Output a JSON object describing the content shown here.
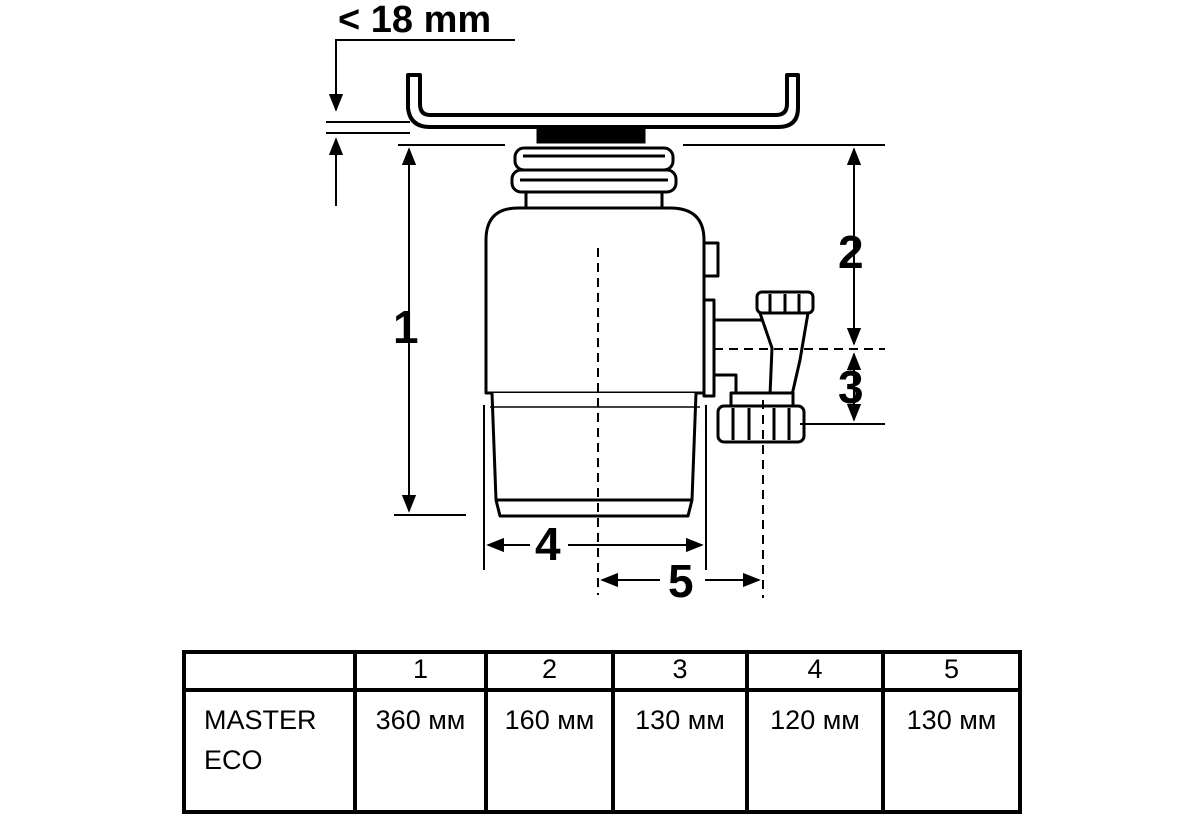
{
  "diagram": {
    "gap_label": "< 18 mm",
    "dim_labels": [
      "1",
      "2",
      "3",
      "4",
      "5"
    ]
  },
  "table": {
    "headers": [
      "",
      "1",
      "2",
      "3",
      "4",
      "5"
    ],
    "rows": [
      {
        "model_line1": "MASTER",
        "model_line2": "ECO",
        "values": [
          "360 мм",
          "160 мм",
          "130 мм",
          "120 мм",
          "130 мм"
        ]
      }
    ]
  }
}
